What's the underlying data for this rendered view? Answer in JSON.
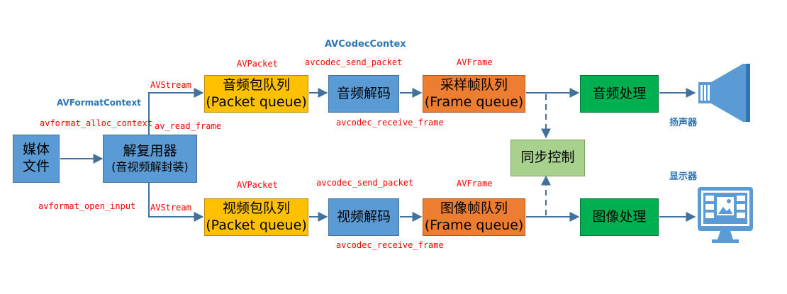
{
  "nodes": {
    "media_file": {
      "line1": "媒体",
      "line2": "文件"
    },
    "demuxer": {
      "line1": "解复用器",
      "line2": "(音视频解封装)"
    },
    "audio_packet_queue": {
      "line1": "音频包队列",
      "line2": "(Packet queue)"
    },
    "audio_decode": {
      "line1": "音频解码"
    },
    "audio_frame_queue": {
      "line1": "采样帧队列",
      "line2": "(Frame queue)"
    },
    "audio_process": {
      "line1": "音频处理"
    },
    "sync_control": {
      "line1": "同步控制"
    },
    "video_packet_queue": {
      "line1": "视频包队列",
      "line2": "(Packet queue)"
    },
    "video_decode": {
      "line1": "视频解码"
    },
    "video_frame_queue": {
      "line1": "图像帧队列",
      "line2": "(Frame queue)"
    },
    "video_process": {
      "line1": "图像处理"
    }
  },
  "labels": {
    "avformat_context": "AVFormatContext",
    "avformat_alloc_context": "avformat_alloc_context",
    "avformat_open_input": "avformat_open_input",
    "av_read_frame": "av_read_frame",
    "avstream_audio": "AVStream",
    "avstream_video": "AVStream",
    "avcodec_context": "AVCodecContex",
    "avpacket_audio": "AVPacket",
    "avpacket_video": "AVPacket",
    "send_packet_audio": "avcodec_send_packet",
    "send_packet_video": "avcodec_send_packet",
    "receive_frame_audio": "avcodec_receive_frame",
    "receive_frame_video": "avcodec_receive_frame",
    "avframe_audio": "AVFrame",
    "avframe_video": "AVFrame",
    "speaker": "扬声器",
    "display": "显示器"
  },
  "icons": {
    "speaker": "speaker-icon",
    "display": "monitor-icon"
  },
  "colors": {
    "blue_box": "#5b9bd5",
    "yellow_box": "#ffc000",
    "orange_box": "#ed7d31",
    "green_box": "#00b050",
    "light_green_box": "#a9d18e",
    "api_label": "#ff0000",
    "context_label": "#2e75b6",
    "arrow": "#41719c"
  }
}
